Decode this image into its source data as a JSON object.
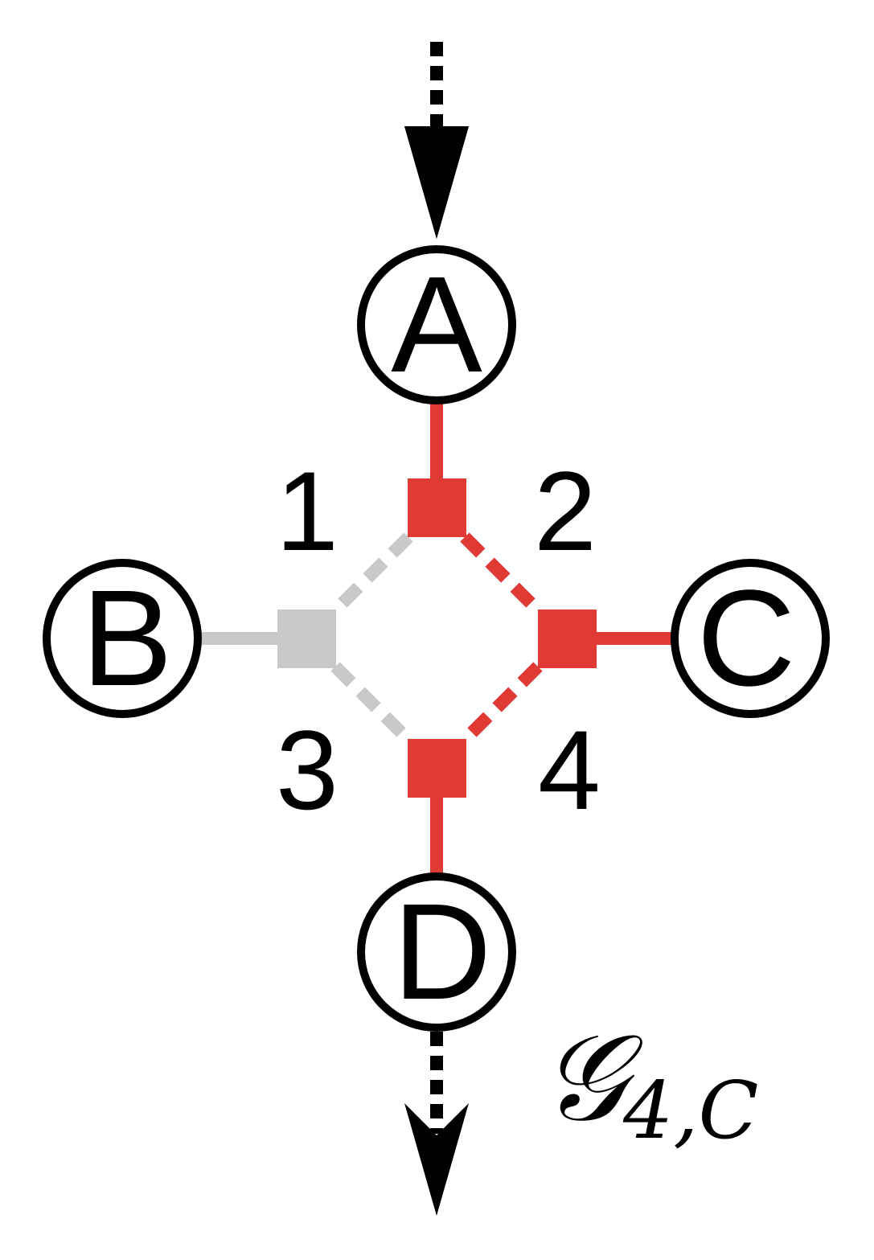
{
  "nodes": {
    "a": {
      "label": "A"
    },
    "b": {
      "label": "B"
    },
    "c": {
      "label": "C"
    },
    "d": {
      "label": "D"
    }
  },
  "numbers": {
    "n1": "1",
    "n2": "2",
    "n3": "3",
    "n4": "4"
  },
  "graph_label": {
    "main": "𝒢",
    "subscript": "4,C"
  },
  "colors": {
    "highlight": "#e03a35",
    "inactive": "#c8c8c8",
    "ink": "#000000"
  }
}
